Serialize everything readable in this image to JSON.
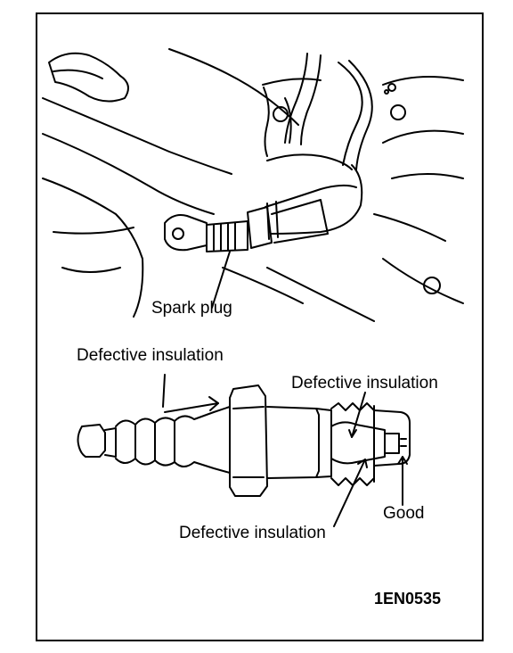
{
  "labels": {
    "spark_plug": "Spark plug",
    "defective_top_left": "Defective insulation",
    "defective_top_right": "Defective insulation",
    "defective_bottom": "Defective insulation",
    "good": "Good",
    "figure_code": "1EN0535"
  }
}
